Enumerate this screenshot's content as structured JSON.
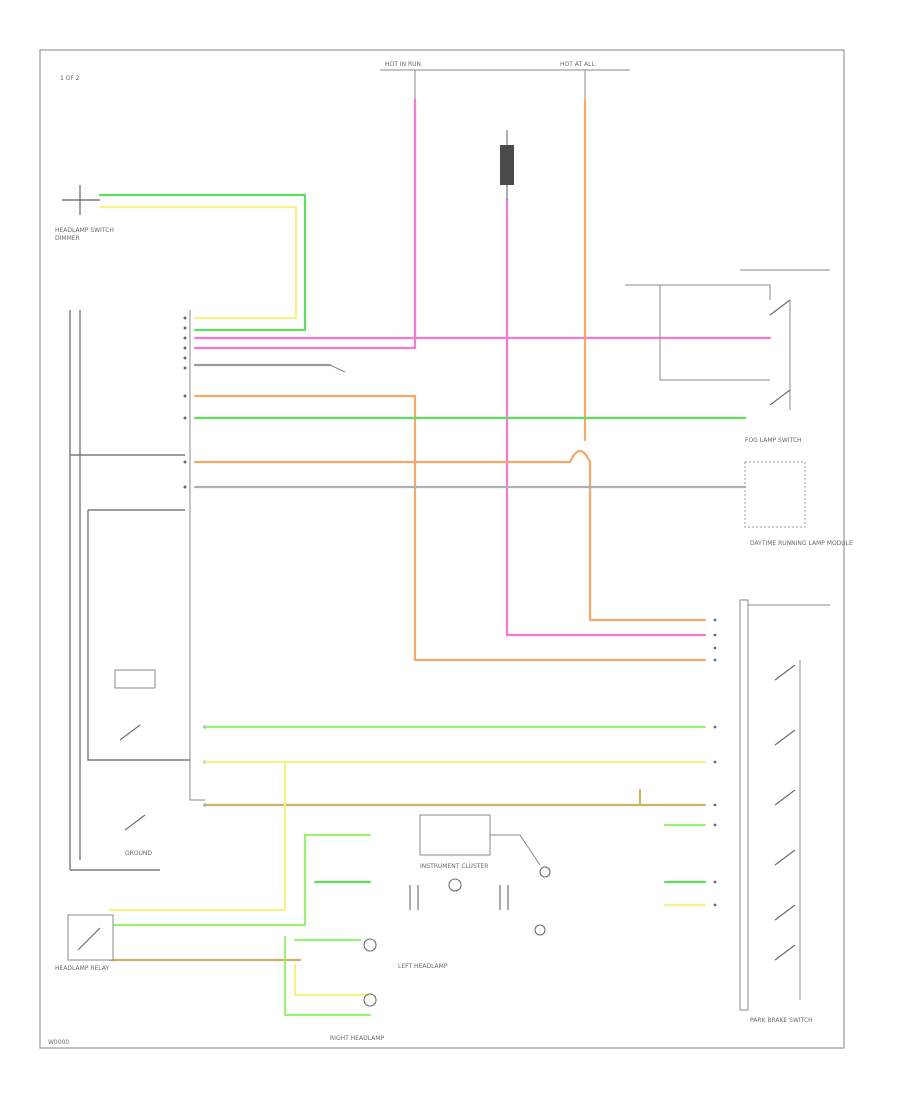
{
  "corner_tag": "1 OF 2",
  "footer_code": "W0000",
  "colors": {
    "pink": "#f07bd0",
    "green": "#5ee05e",
    "yellow": "#f5f28a",
    "orange": "#f6a76a",
    "tan": "#c9b36a",
    "gray": "#8c8c8c",
    "light_green": "#9cf07a",
    "dark_orange": "#ef9a5a"
  },
  "components": {
    "top_fuse": "HOT IN RUN",
    "top_fuse_2": "HOT AT ALL",
    "headlamp_switch": "HEADLAMP SWITCH",
    "headlamp_relay": "HEADLAMP RELAY",
    "left_headlamp": "LEFT HEADLAMP",
    "right_headlamp": "RIGHT HEADLAMP",
    "instrument_cluster": "INSTRUMENT CLUSTER",
    "fog_lamp_switch": "FOG LAMP SWITCH",
    "dimmer": "DIMMER",
    "daytime_running": "DAYTIME RUNNING LAMP MODULE",
    "park_brake": "PARK BRAKE SWITCH",
    "ground": "GROUND"
  }
}
